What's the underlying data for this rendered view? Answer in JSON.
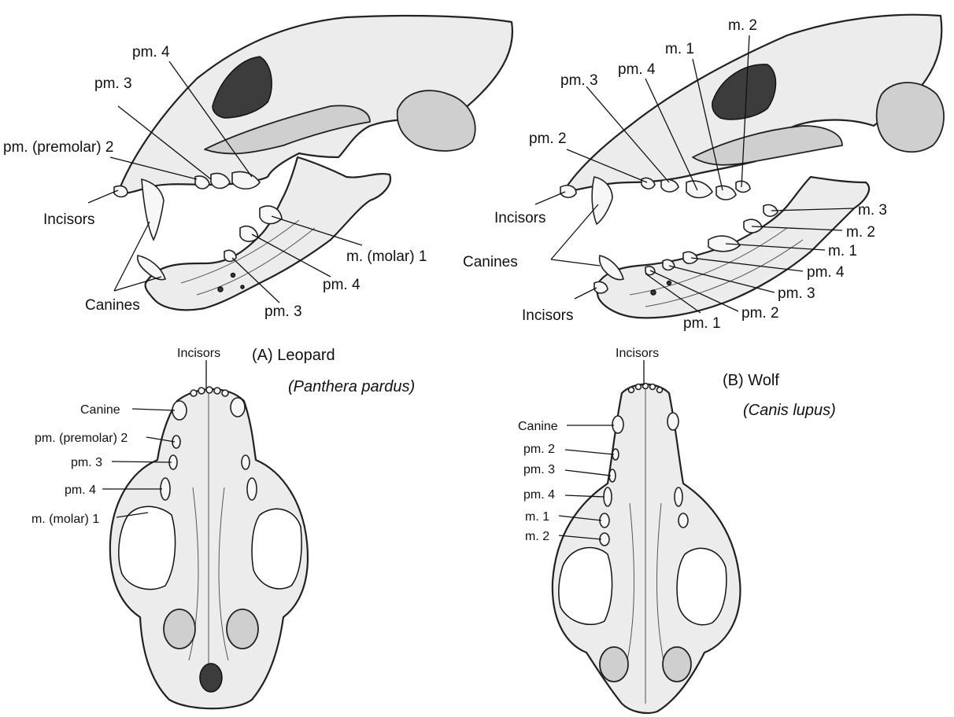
{
  "panel_a": {
    "title": "(A) Leopard",
    "species": "(Panthera pardus)",
    "lateral": {
      "pm4_upper": "pm. 4",
      "pm3_upper": "pm. 3",
      "pm2_upper": "pm. (premolar) 2",
      "incisors": "Incisors",
      "canines": "Canines",
      "m1_lower": "m. (molar) 1",
      "pm4_lower": "pm. 4",
      "pm3_lower": "pm. 3"
    },
    "ventral": {
      "incisors": "Incisors",
      "canine": "Canine",
      "pm2": "pm. (premolar) 2",
      "pm3": "pm. 3",
      "pm4": "pm. 4",
      "m1": "m. (molar) 1"
    }
  },
  "panel_b": {
    "title": "(B) Wolf",
    "species": "(Canis lupus)",
    "lateral": {
      "m2_upper": "m. 2",
      "m1_upper": "m. 1",
      "pm4_upper": "pm. 4",
      "pm3_upper": "pm. 3",
      "pm2_upper": "pm. 2",
      "incisors_upper": "Incisors",
      "canines": "Canines",
      "incisors_lower": "Incisors",
      "m3_lower": "m. 3",
      "m2_lower": "m. 2",
      "m1_lower": "m. 1",
      "pm4_lower": "pm. 4",
      "pm3_lower": "pm. 3",
      "pm2_lower": "pm. 2",
      "pm1_lower": "pm. 1"
    },
    "ventral": {
      "incisors": "Incisors",
      "canine": "Canine",
      "pm2": "pm. 2",
      "pm3": "pm. 3",
      "pm4": "pm. 4",
      "m1": "m. 1",
      "m2": "m. 2"
    }
  }
}
